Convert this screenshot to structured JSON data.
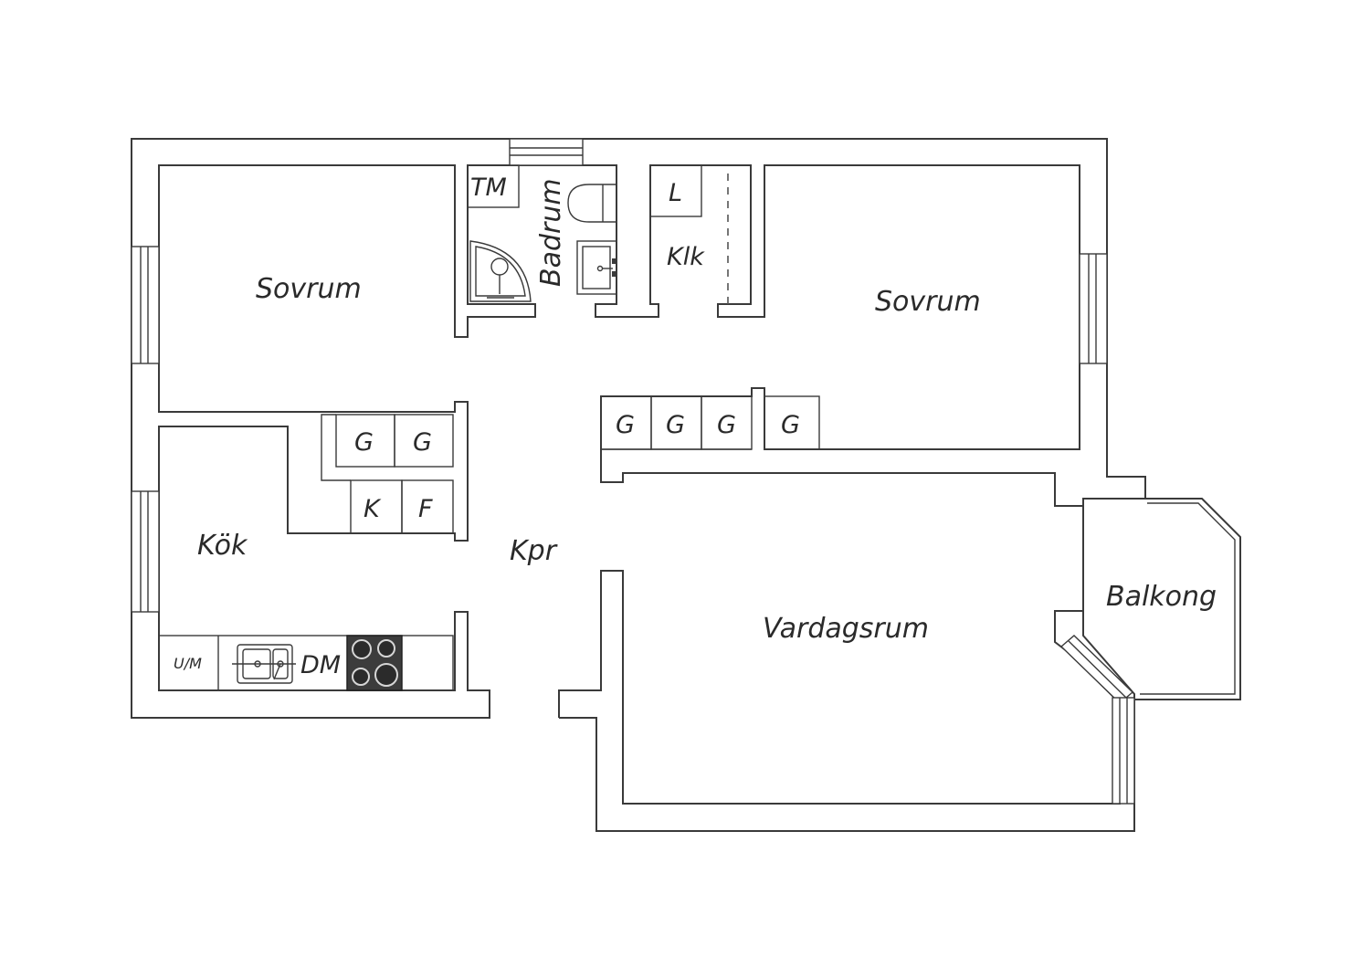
{
  "labels": {
    "sovrum_left": "Sovrum",
    "badrum": "Badrum",
    "tm": "TM",
    "l": "L",
    "klk": "Klk",
    "sovrum_right": "Sovrum",
    "kok": "Kök",
    "kpr": "Kpr",
    "vardagsrum": "Vardagsrum",
    "balkong": "Balkong",
    "wardrobe_g1": "G",
    "wardrobe_g2": "G",
    "wardrobe_k": "K",
    "wardrobe_f": "F",
    "wardrobe_g3": "G",
    "wardrobe_g4": "G",
    "wardrobe_g5": "G",
    "wardrobe_g6": "G",
    "um": "U/M",
    "dm": "DM"
  },
  "colors": {
    "line": "#3a3a3a",
    "background": "#ffffff",
    "stove": "#3c3c3c"
  }
}
